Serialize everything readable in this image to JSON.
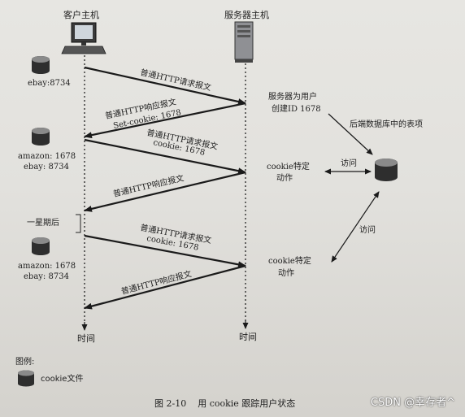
{
  "hosts": {
    "client": "客户主机",
    "server": "服务器主机"
  },
  "cookie_files": {
    "first": [
      "ebay:8734"
    ],
    "second": [
      "amazon: 1678",
      "ebay: 8734"
    ],
    "third": [
      "amazon: 1678",
      "ebay: 8734"
    ]
  },
  "messages": {
    "m1": [
      "普通HTTP请求报文"
    ],
    "m2": [
      "普通HTTP响应报文",
      "Set-cookie: 1678"
    ],
    "m3": [
      "普通HTTP请求报文",
      "cookie: 1678"
    ],
    "m4": [
      "普通HTTP响应报文"
    ],
    "m5": [
      "普通HTTP请求报文",
      "cookie: 1678"
    ],
    "m6": [
      "普通HTTP响应报文"
    ]
  },
  "server_notes": {
    "create_id": [
      "服务器为用户",
      "创建ID 1678"
    ],
    "action1": [
      "cookie特定",
      "动作"
    ],
    "action2": [
      "cookie特定",
      "动作"
    ]
  },
  "database": {
    "label": "后端数据库中的表项",
    "access1": "访问",
    "access2": "访问"
  },
  "one_week_later": "一星期后",
  "time_labels": {
    "client": "时间",
    "server": "时间"
  },
  "legend": {
    "title": "图例:",
    "cookie_file": "cookie文件"
  },
  "caption": "图 2-10    用 cookie 跟踪用户状态",
  "watermark": "CSDN @幸存者^"
}
